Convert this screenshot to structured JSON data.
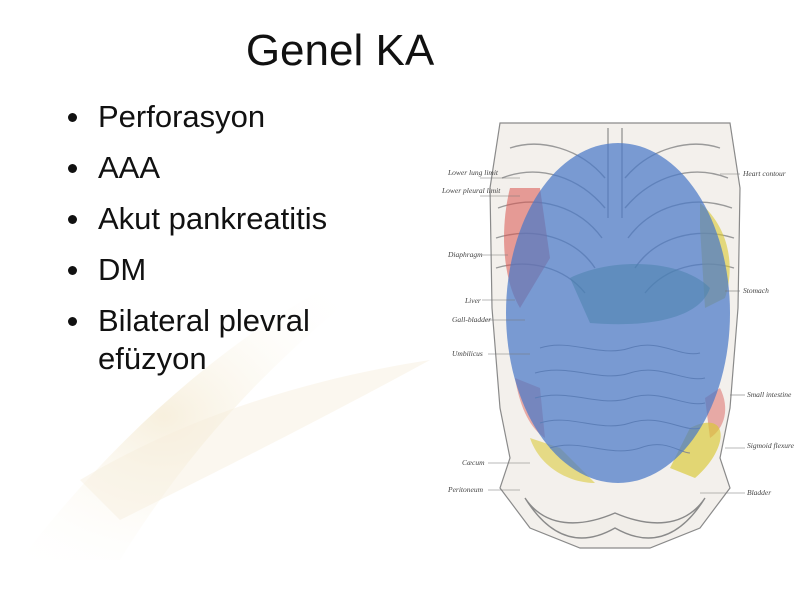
{
  "slide": {
    "title": "Genel KA",
    "bullets": [
      {
        "text": "Perforasyon"
      },
      {
        "text": "AAA"
      },
      {
        "text": "Akut pankreatitis"
      },
      {
        "text": "DM"
      },
      {
        "text": "Bilateral plevral efüzyon"
      }
    ]
  },
  "figure": {
    "icon": "abdominal-anatomy-illustration",
    "labels_left": [
      "Lower lung limit",
      "Lower pleural limit",
      "Diaphragm",
      "Liver",
      "Gall-bladder",
      "Umbilicus",
      "Cæcum",
      "Peritoneum"
    ],
    "labels_right": [
      "Heart contour",
      "Stomach",
      "Small intestine",
      "Sigmoid flexure",
      "Bladder"
    ],
    "overlay_colors": {
      "overlay_blue": "#4a78c8",
      "red_region": "#d9534f",
      "yellow_region": "#d8c832",
      "green_region": "#4f9a6a"
    }
  }
}
